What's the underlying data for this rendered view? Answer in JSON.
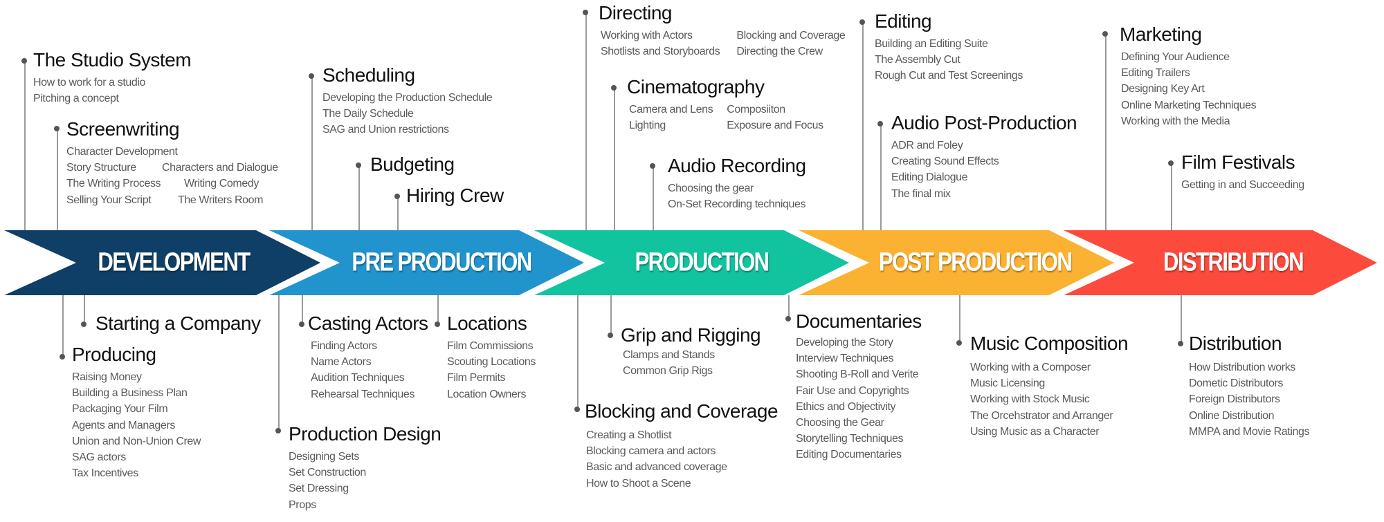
{
  "stages": [
    {
      "label": "DEVELOPMENT",
      "color": "#0f3f66"
    },
    {
      "label": "PRE PRODUCTION",
      "color": "#2193cd"
    },
    {
      "label": "PRODUCTION",
      "color": "#12c3a0"
    },
    {
      "label": "POST PRODUCTION",
      "color": "#fbb232"
    },
    {
      "label": "DISTRIBUTION",
      "color": "#fc4a3c"
    }
  ],
  "topics": [
    {
      "stage": "DEVELOPMENT",
      "position": "above",
      "title": "The Studio System",
      "items": [
        "How to work for a studio",
        "Pitching a concept"
      ]
    },
    {
      "stage": "DEVELOPMENT",
      "position": "above",
      "title": "Screenwriting",
      "items": [
        "Character Development",
        "Story Structure",
        "Characters and Dialogue",
        "The Writing Process",
        "Writing Comedy",
        "Selling Your Script",
        "The Writers Room"
      ]
    },
    {
      "stage": "DEVELOPMENT",
      "position": "below",
      "title": "Starting a Company",
      "items": []
    },
    {
      "stage": "DEVELOPMENT",
      "position": "below",
      "title": "Producing",
      "items": [
        "Raising Money",
        "Building a Business Plan",
        "Packaging Your Film",
        "Agents and Managers",
        "Union and Non-Union Crew",
        "SAG actors",
        "Tax Incentives"
      ]
    },
    {
      "stage": "PRE PRODUCTION",
      "position": "above",
      "title": "Scheduling",
      "items": [
        "Developing the Production Schedule",
        "The Daily Schedule",
        "SAG and Union restrictions"
      ]
    },
    {
      "stage": "PRE PRODUCTION",
      "position": "above",
      "title": "Budgeting",
      "items": []
    },
    {
      "stage": "PRE PRODUCTION",
      "position": "above",
      "title": "Hiring Crew",
      "items": []
    },
    {
      "stage": "PRE PRODUCTION",
      "position": "below",
      "title": "Casting Actors",
      "items": [
        "Finding Actors",
        "Name Actors",
        "Audition Techniques",
        "Rehearsal Techniques"
      ]
    },
    {
      "stage": "PRE PRODUCTION",
      "position": "below",
      "title": "Locations",
      "items": [
        "Film Commissions",
        "Scouting Locations",
        "Film Permits",
        "Location Owners"
      ]
    },
    {
      "stage": "PRE PRODUCTION",
      "position": "below",
      "title": "Production Design",
      "items": [
        "Designing Sets",
        "Set Construction",
        "Set Dressing",
        "Props"
      ]
    },
    {
      "stage": "PRODUCTION",
      "position": "above",
      "title": "Directing",
      "items": [
        "Working with Actors",
        "Blocking and Coverage",
        "Shotlists and Storyboards",
        "Directing the Crew"
      ]
    },
    {
      "stage": "PRODUCTION",
      "position": "above",
      "title": "Cinematography",
      "items": [
        "Camera and Lens",
        "Composiiton",
        "Lighting",
        "Exposure and Focus"
      ]
    },
    {
      "stage": "PRODUCTION",
      "position": "above",
      "title": "Audio Recording",
      "items": [
        "Choosing the gear",
        "On-Set Recording techniques"
      ]
    },
    {
      "stage": "PRODUCTION",
      "position": "below",
      "title": "Grip and Rigging",
      "items": [
        "Clamps and Stands",
        "Common Grip Rigs"
      ]
    },
    {
      "stage": "PRODUCTION",
      "position": "below",
      "title": "Blocking and Coverage",
      "items": [
        "Creating a Shotlist",
        "Blocking camera and actors",
        "Basic and advanced coverage",
        "How to Shoot a Scene"
      ]
    },
    {
      "stage": "POST PRODUCTION",
      "position": "above",
      "title": "Editing",
      "items": [
        "Building an Editing Suite",
        "The Assembly Cut",
        "Rough Cut and Test Screenings"
      ]
    },
    {
      "stage": "POST PRODUCTION",
      "position": "above",
      "title": "Audio Post-Production",
      "items": [
        "ADR and Foley",
        "Creating Sound Effects",
        "Editing Dialogue",
        "The final mix"
      ]
    },
    {
      "stage": "POST PRODUCTION",
      "position": "below",
      "title": "Documentaries",
      "items": [
        "Developing the Story",
        "Interview Techniques",
        "Shooting B-Roll and Verite",
        "Fair Use and Copyrights",
        "Ethics and Objectivity",
        "Choosing the Gear",
        "Storytelling Techniques",
        "Editing Documentaries"
      ]
    },
    {
      "stage": "POST PRODUCTION",
      "position": "below",
      "title": "Music Composition",
      "items": [
        "Working with a Composer",
        "Music Licensing",
        "Working with Stock Music",
        "The Orcehstrator and Arranger",
        "Using Music as a Character"
      ]
    },
    {
      "stage": "DISTRIBUTION",
      "position": "above",
      "title": "Marketing",
      "items": [
        "Defining Your Audience",
        "Editing Trailers",
        "Designing Key Art",
        "Online Marketing Techniques",
        "Working with the Media"
      ]
    },
    {
      "stage": "DISTRIBUTION",
      "position": "above",
      "title": "Film Festivals",
      "items": [
        "Getting in and Succeeding"
      ]
    },
    {
      "stage": "DISTRIBUTION",
      "position": "below",
      "title": "Distribution",
      "items": [
        "How Distribution works",
        "Dometic Distributors",
        "Foreign Distributors",
        "Online Distribution",
        "MMPA and Movie Ratings"
      ]
    }
  ]
}
